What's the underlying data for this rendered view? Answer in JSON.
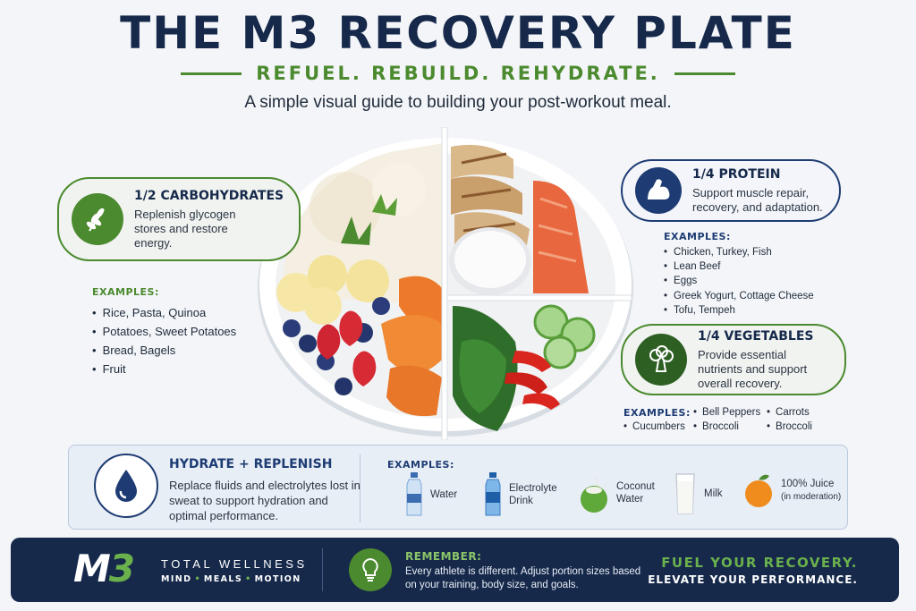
{
  "header": {
    "title": "THE M3 RECOVERY PLATE",
    "tagline": "REFUEL. REBUILD. REHYDRATE.",
    "subtitle": "A simple visual guide to building your post-workout meal."
  },
  "carbs": {
    "title": "1/2 CARBOHYDRATES",
    "description": "Replenish glycogen stores and restore energy.",
    "examples_label": "EXAMPLES:",
    "examples": [
      "Rice, Pasta, Quinoa",
      "Potatoes, Sweet Potatoes",
      "Bread, Bagels",
      "Fruit"
    ],
    "icon": "wheat-icon"
  },
  "protein": {
    "title": "1/4 PROTEIN",
    "description": "Support muscle repair, recovery, and adaptation.",
    "examples_label": "EXAMPLES:",
    "examples": [
      "Chicken, Turkey, Fish",
      "Lean Beef",
      "Eggs",
      "Greek Yogurt, Cottage Cheese",
      "Tofu, Tempeh"
    ],
    "icon": "muscle-arm-icon"
  },
  "vegetables": {
    "title": "1/4 VEGETABLES",
    "description": "Provide essential nutrients and support overall recovery.",
    "examples_label": "EXAMPLES:",
    "examples": [
      "Cucumbers",
      "Bell Peppers",
      "Broccoli",
      "Carrots",
      "Broccoli"
    ],
    "icon": "broccoli-icon"
  },
  "hydration": {
    "title": "HYDRATE + REPLENISH",
    "description": "Replace fluids and electrolytes lost in sweat to support hydration and optimal performance.",
    "examples_label": "EXAMPLES:",
    "drinks": [
      {
        "label": "Water",
        "note": "",
        "icon": "water-bottle-icon"
      },
      {
        "label": "Electrolyte Drink",
        "note": "",
        "icon": "electrolyte-bottle-icon"
      },
      {
        "label": "Coconut Water",
        "note": "",
        "icon": "coconut-icon"
      },
      {
        "label": "Milk",
        "note": "",
        "icon": "milk-glass-icon"
      },
      {
        "label": "100% Juice",
        "note": "(in moderation)",
        "icon": "orange-icon"
      }
    ],
    "icon": "water-drop-icon"
  },
  "footer": {
    "logo_m": "M",
    "logo_3": "3",
    "brand": "TOTAL WELLNESS",
    "pillars": [
      "MIND",
      "MEALS",
      "MOTION"
    ],
    "remember_title": "REMEMBER:",
    "remember_text": "Every athlete is different. Adjust portion sizes based on your training, body size, and goals.",
    "slogan_1": "FUEL YOUR RECOVERY.",
    "slogan_2": "ELEVATE YOUR PERFORMANCE."
  },
  "colors": {
    "navy": "#16294b",
    "green": "#4b8a2e",
    "blue": "#1e3c73",
    "background": "#f3f5f8"
  }
}
